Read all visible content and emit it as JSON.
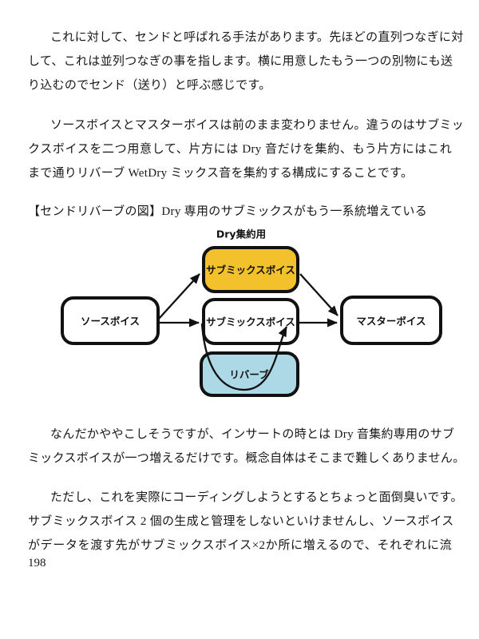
{
  "page_number": "198",
  "body": {
    "paragraph1": {
      "lines": [
        "これに対して、センドと呼ばれる手法があります。先ほどの直列つなぎに対",
        "して、これは並列つなぎの事を指します。横に用意したもう一つの別物にも送",
        "り込むのでセンド（送り）と呼ぶ感じです。"
      ]
    },
    "paragraph2": {
      "lines": [
        "ソースボイスとマスターボイスは前のまま変わりません。違うのはサブミッ",
        "クスボイスを二つ用意して、片方には Dry 音だけを集約、もう片方にはこれ",
        "まで通りリバーブ WetDry ミックス音を集約する構成にすることです。"
      ]
    },
    "caption": "【センドリバーブの図】Dry 専用のサブミックスがもう一系統増えている",
    "paragraph3": {
      "lines": [
        "なんだかややこしそうですが、インサートの時とは Dry 音集約専用のサブ",
        "ミックスボイスが一つ増えるだけです。概念自体はそこまで難しくありません。"
      ]
    },
    "paragraph4": {
      "lines": [
        "ただし、これを実際にコーディングしようとするとちょっと面倒臭いです。",
        "サブミックスボイス 2 個の生成と管理をしないといけませんし、ソースボイス",
        "がデータを渡す先がサブミックスボイス×2か所に増えるので、それぞれに流"
      ]
    }
  },
  "diagram": {
    "title": "Dry集約用",
    "colors": {
      "border": "#111111",
      "arrow": "#111111",
      "dry_fill": "#F2C12B",
      "reverb_fill": "#ADD8E6",
      "plain_fill": "#ffffff"
    },
    "boxes": {
      "source": "ソースボイス",
      "dry_submix": "サブミックスボイス",
      "submix": "サブミックスボイス",
      "reverb": "リバーブ",
      "master": "マスターボイス"
    }
  }
}
